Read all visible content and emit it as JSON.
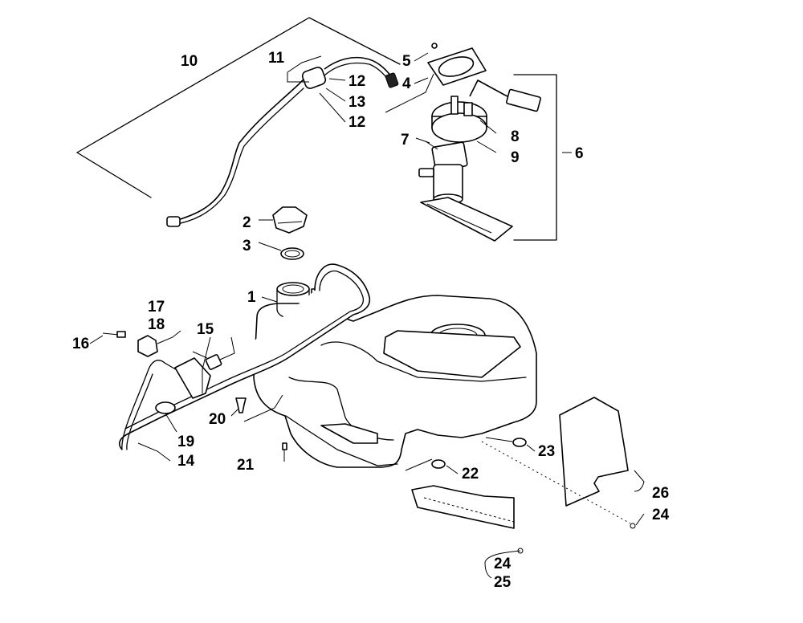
{
  "callouts": [
    {
      "id": "1",
      "label": "1"
    },
    {
      "id": "2",
      "label": "2"
    },
    {
      "id": "3",
      "label": "3"
    },
    {
      "id": "4",
      "label": "4"
    },
    {
      "id": "5",
      "label": "5"
    },
    {
      "id": "6",
      "label": "6"
    },
    {
      "id": "7",
      "label": "7"
    },
    {
      "id": "8",
      "label": "8"
    },
    {
      "id": "9",
      "label": "9"
    },
    {
      "id": "10",
      "label": "10"
    },
    {
      "id": "11",
      "label": "11"
    },
    {
      "id": "12a",
      "label": "12"
    },
    {
      "id": "13",
      "label": "13"
    },
    {
      "id": "12b",
      "label": "12"
    },
    {
      "id": "14",
      "label": "14"
    },
    {
      "id": "15",
      "label": "15"
    },
    {
      "id": "16",
      "label": "16"
    },
    {
      "id": "17",
      "label": "17"
    },
    {
      "id": "18",
      "label": "18"
    },
    {
      "id": "19",
      "label": "19"
    },
    {
      "id": "20",
      "label": "20"
    },
    {
      "id": "21",
      "label": "21"
    },
    {
      "id": "22",
      "label": "22"
    },
    {
      "id": "23",
      "label": "23"
    },
    {
      "id": "24a",
      "label": "24"
    },
    {
      "id": "24b",
      "label": "24"
    },
    {
      "id": "25",
      "label": "25"
    },
    {
      "id": "26",
      "label": "26"
    }
  ]
}
